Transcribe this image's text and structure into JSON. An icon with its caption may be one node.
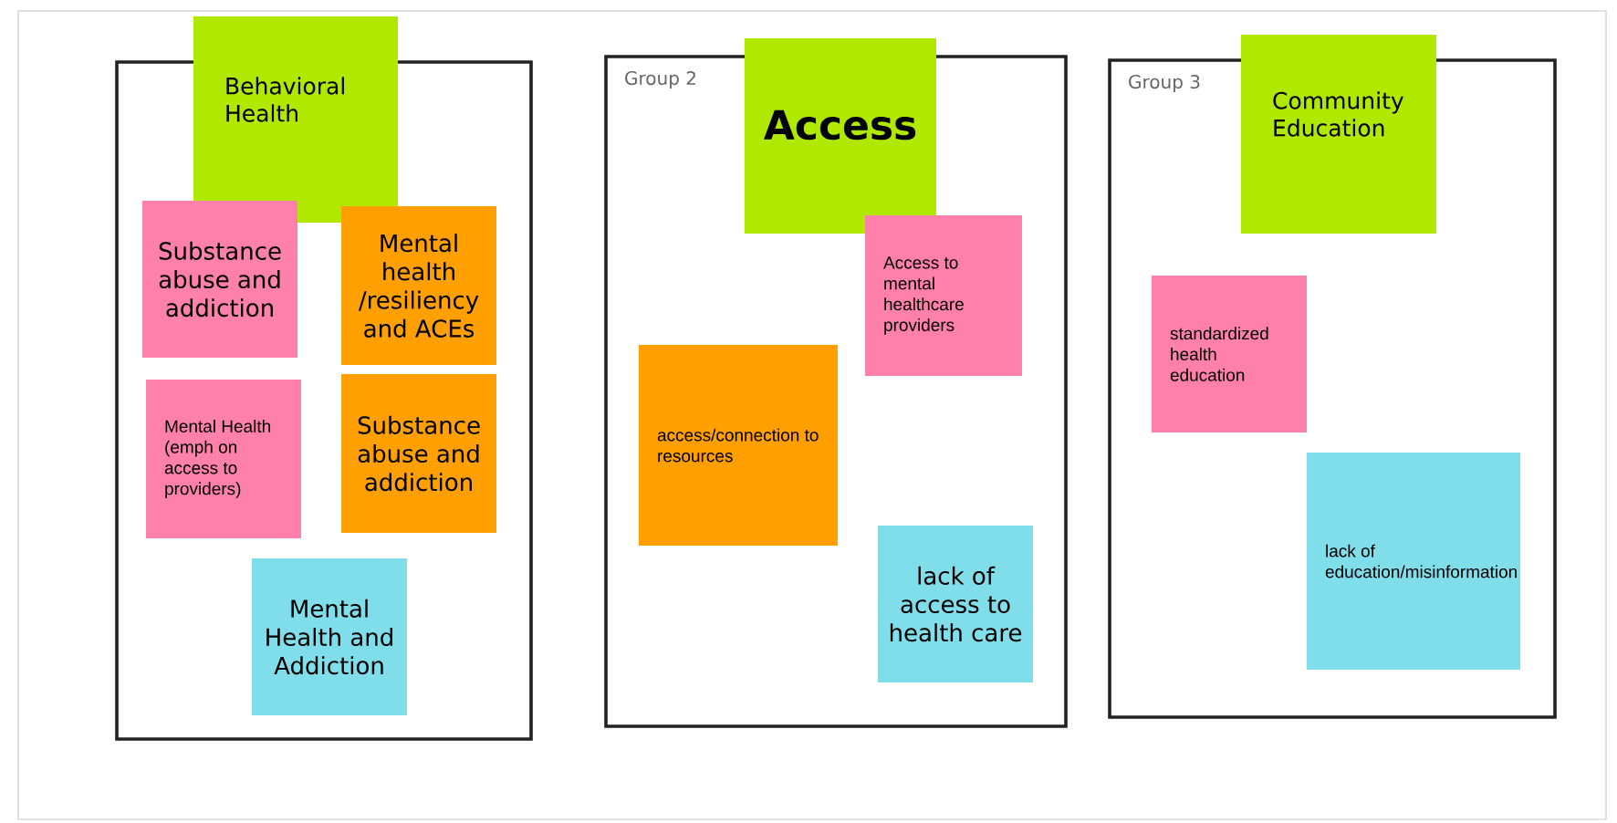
{
  "diagram": {
    "nodes": [
      {
        "text": [],
        "shape": "box"
      },
      {
        "text": [
          "Behavioral Health"
        ]
      },
      {
        "text": [
          "Substance abuse and addiction"
        ],
        "in": 0
      },
      {
        "text": [
          "Mental health /resiliency and ACEs"
        ],
        "in": 0
      },
      {
        "text": [
          "Mental Health (emph on access to providers)"
        ],
        "in": 0
      },
      {
        "text": [
          "Substance abuse and addiction"
        ],
        "in": 0
      },
      {
        "text": [
          "Mental Health and Addiction"
        ],
        "in": 0
      },
      {
        "text": [
          "Group 2"
        ]
      },
      {
        "text": [
          "Access"
        ]
      },
      {
        "text": [
          "Access to mental healthcare providers"
        ],
        "in": 7
      },
      {
        "text": [
          "access/connection to resources"
        ],
        "in": 7
      },
      {
        "text": [
          "lack of access to health care"
        ],
        "in": 7
      },
      {
        "text": [
          "Group 3"
        ]
      },
      {
        "text": [
          "Community Education"
        ]
      },
      {
        "text": [
          "standardized health education"
        ],
        "in": 12
      },
      {
        "text": [
          "lack of education/misinformation"
        ],
        "in": 12
      }
    ],
    "edges": []
  }
}
